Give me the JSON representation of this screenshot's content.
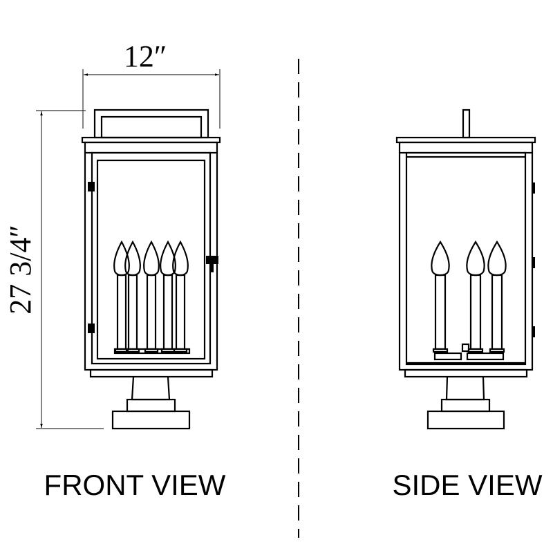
{
  "dimensions": {
    "width": "12″",
    "height": "27 3/4″"
  },
  "views": {
    "front_label": "FRONT VIEW",
    "side_label": "SIDE VIEW"
  },
  "front_view": {
    "candle_count": 5
  },
  "side_view": {
    "candle_count": 3
  },
  "colors": {
    "line": "#000000",
    "background": "#ffffff"
  }
}
